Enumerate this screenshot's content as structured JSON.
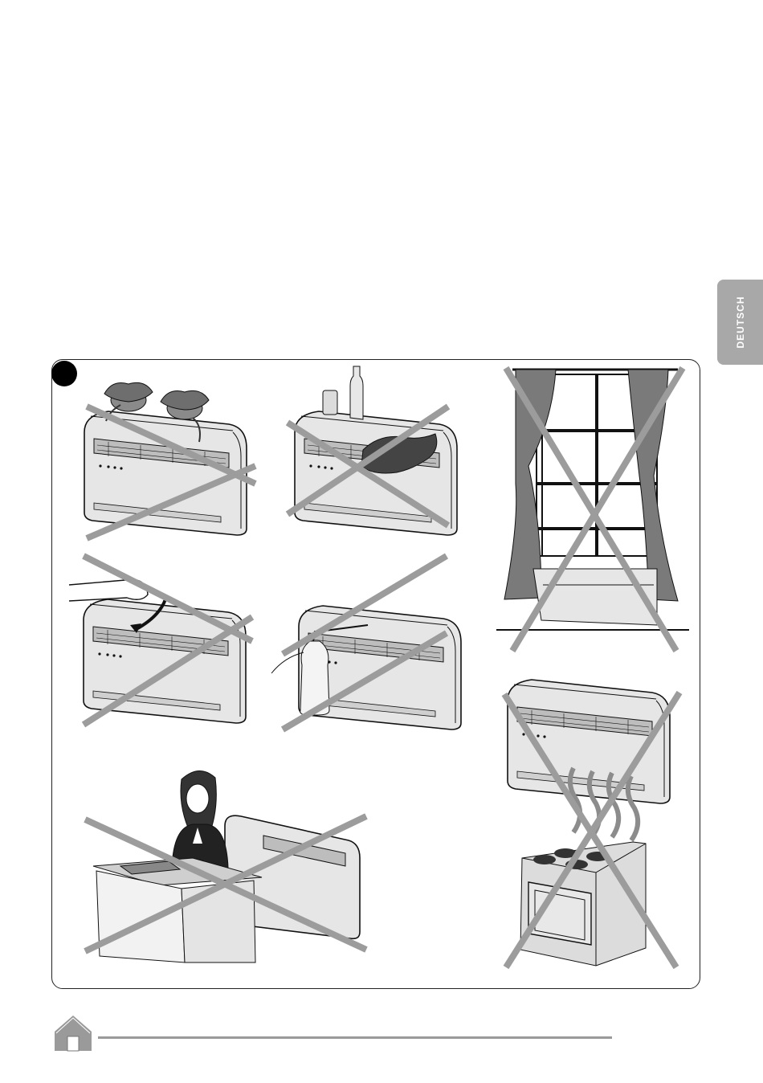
{
  "side_tab": {
    "label": "DEUTSCH"
  },
  "colors": {
    "tab": "#a8a8a8",
    "cross": "#9c9c9c",
    "appliance_body": "#e6e6e6",
    "appliance_dark": "#555555",
    "curtain": "#7a7a7a",
    "footer_rule": "#9a9a9a"
  },
  "illustrations": [
    {
      "scene": "plants-on-top",
      "crossed": true
    },
    {
      "scene": "bottles-and-cloth-on-top",
      "crossed": true
    },
    {
      "scene": "window-with-curtains",
      "crossed": true
    },
    {
      "scene": "hand-forcing-flap",
      "crossed": true
    },
    {
      "scene": "spray-bottle-liquid",
      "crossed": true
    },
    {
      "scene": "unit-above-gas-stove",
      "crossed": true
    },
    {
      "scene": "woman-at-desk-blocking-unit",
      "crossed": true
    }
  ],
  "footer": {
    "icon": "house-icon"
  }
}
